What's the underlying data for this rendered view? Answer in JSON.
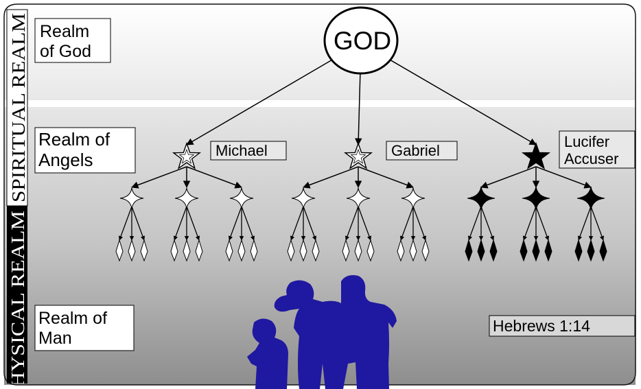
{
  "side_labels": {
    "spiritual": "SPIRITUAL REALM",
    "physical": "PHYSICAL REALM"
  },
  "realms": {
    "god": [
      "Realm",
      "of God"
    ],
    "angels": [
      "Realm of",
      "Angels"
    ],
    "man": [
      "Realm of",
      "Man"
    ]
  },
  "top_node": "GOD",
  "archangels": [
    {
      "label_lines": [
        "Michael"
      ],
      "kind": "holy"
    },
    {
      "label_lines": [
        "Gabriel"
      ],
      "kind": "holy"
    },
    {
      "label_lines": [
        "Lucifer",
        "Accuser"
      ],
      "kind": "fallen"
    }
  ],
  "reference": "Hebrews 1:14",
  "colors": {
    "holy_fill": "#ffffff",
    "fallen_fill": "#000000",
    "people": "#1f18a0",
    "edge": "#000000"
  },
  "structure": {
    "angels_per_archangel": 3,
    "subangels_per_angel": 3
  }
}
